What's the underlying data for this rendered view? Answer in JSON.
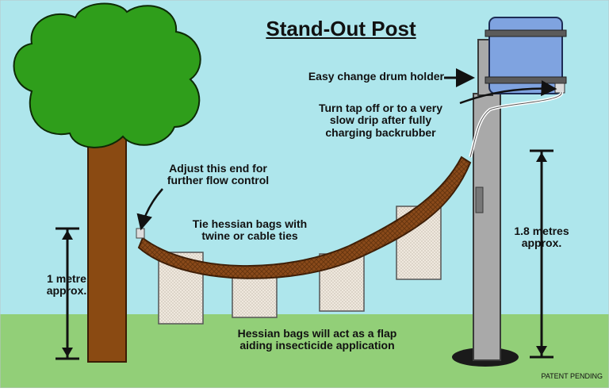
{
  "title": "Stand-Out Post",
  "labels": {
    "drum_holder": "Easy change drum holder",
    "tap_line1": "Turn tap off or to a very",
    "tap_line2": "slow drip after fully",
    "tap_line3": "charging backrubber",
    "adjust_line1": "Adjust this end for",
    "adjust_line2": "further flow control",
    "tie_line1": "Tie hessian bags with",
    "tie_line2": "twine or cable ties",
    "one_metre_line1": "1 metre",
    "one_metre_line2": "approx.",
    "post_height_line1": "1.8 metres",
    "post_height_line2": "approx.",
    "hessian_line1": "Hessian bags will act as a flap",
    "hessian_line2": "aiding insecticide application",
    "patent": "PATENT PENDING"
  },
  "colors": {
    "sky": "#aee6ec",
    "grass": "#92cf78",
    "foliage": "#2f9e1b",
    "trunk": "#8a4a12",
    "post": "#a9a9a9",
    "drum": "#7fa3e0",
    "rubber": "#8a4a1a",
    "bag": "#ece4da"
  }
}
